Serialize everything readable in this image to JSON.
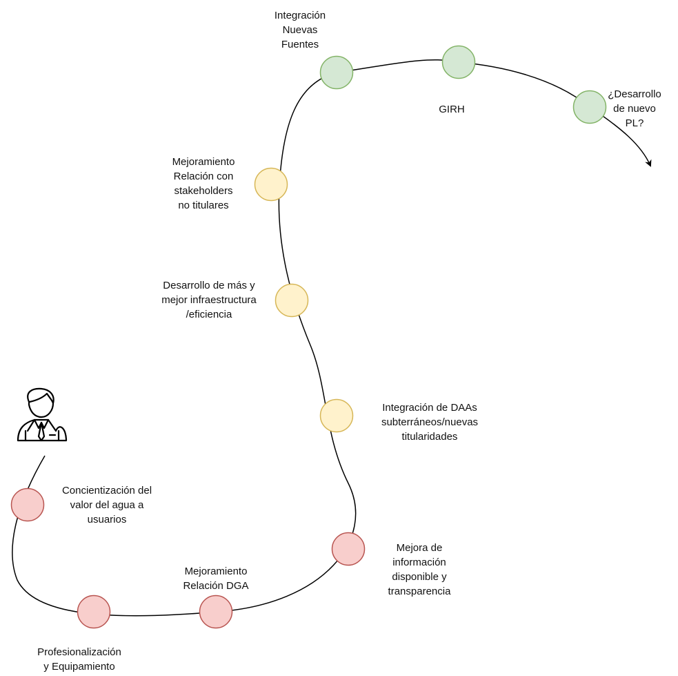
{
  "colors": {
    "red_fill": "#f8cecc",
    "red_stroke": "#b85450",
    "yellow_fill": "#fff2cc",
    "yellow_stroke": "#d6b656",
    "green_fill": "#d5e8d4",
    "green_stroke": "#82b366",
    "path": "#000000"
  },
  "icon": "businessman-icon",
  "milestones": [
    {
      "id": "concientizacion",
      "color": "red",
      "lines": [
        "Concientización del",
        "valor del agua a",
        "usuarios"
      ]
    },
    {
      "id": "profesionalizacion",
      "color": "red",
      "lines": [
        "Profesionalización",
        "y Equipamiento"
      ]
    },
    {
      "id": "relacion-dga",
      "color": "red",
      "lines": [
        "Mejoramiento",
        "Relación DGA"
      ]
    },
    {
      "id": "mejora-informacion",
      "color": "red",
      "lines": [
        "Mejora de",
        "información",
        "disponible y",
        "transparencia"
      ]
    },
    {
      "id": "integracion-daas",
      "color": "yellow",
      "lines": [
        "Integración de DAAs",
        "subterráneos/nuevas",
        "titularidades"
      ]
    },
    {
      "id": "infraestructura",
      "color": "yellow",
      "lines": [
        "Desarrollo de más y",
        "mejor infraestructura",
        "/eficiencia"
      ]
    },
    {
      "id": "stakeholders",
      "color": "yellow",
      "lines": [
        "Mejoramiento",
        "Relación con",
        "stakeholders",
        "no titulares"
      ]
    },
    {
      "id": "nuevas-fuentes",
      "color": "green",
      "lines": [
        "Integración",
        "Nuevas",
        "Fuentes"
      ]
    },
    {
      "id": "girh",
      "color": "green",
      "lines": [
        "GIRH"
      ]
    },
    {
      "id": "nuevo-pl",
      "color": "green",
      "lines": [
        "¿Desarrollo",
        "de nuevo",
        "PL?"
      ]
    }
  ]
}
